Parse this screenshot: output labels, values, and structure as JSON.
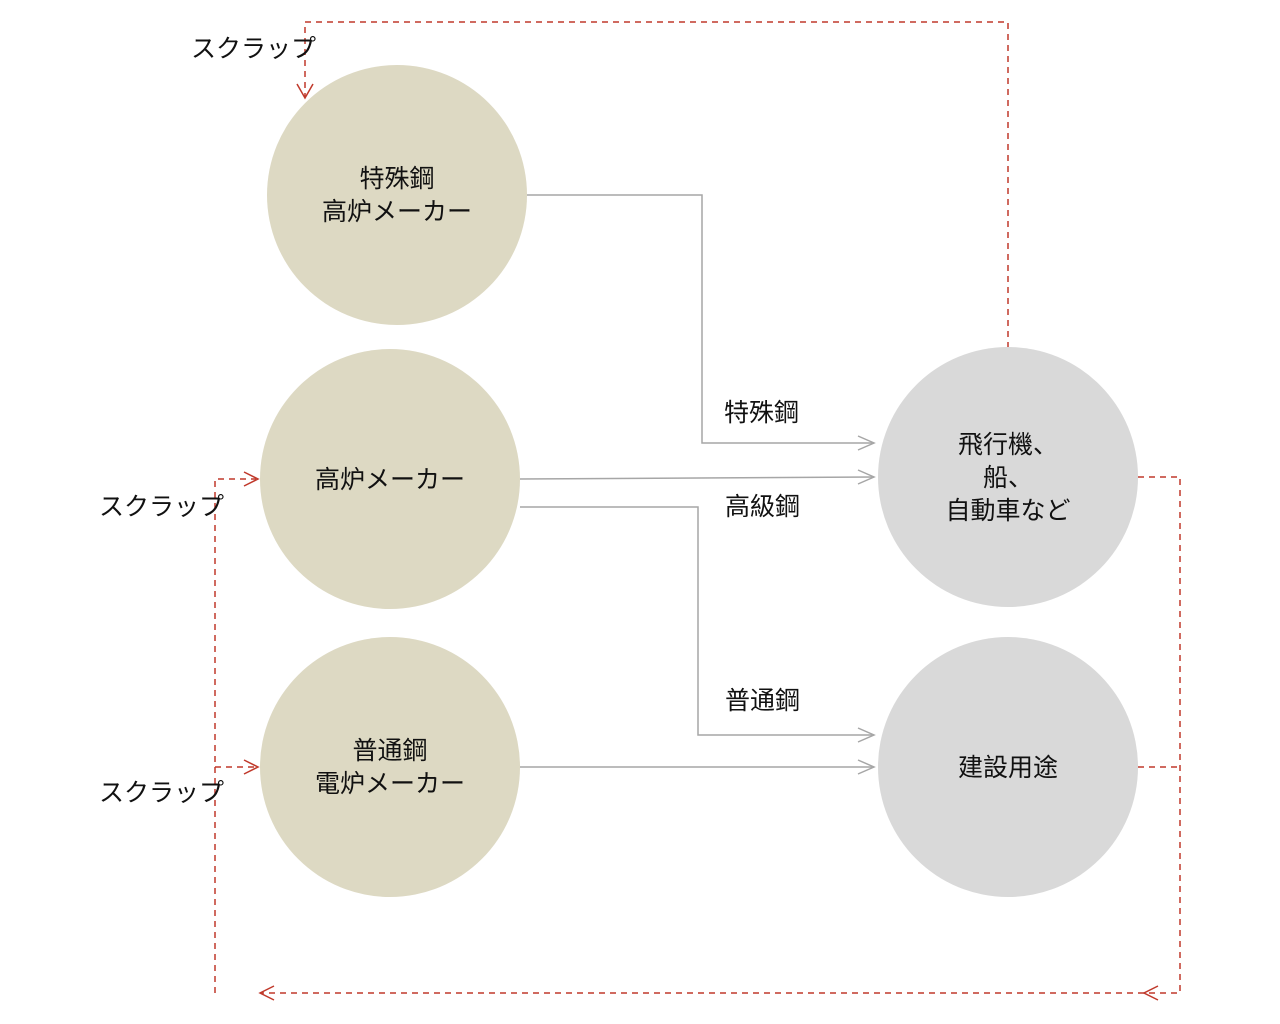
{
  "colors": {
    "producer_fill": "#ddd9c3",
    "consumer_fill": "#d9d9d9",
    "flow_line": "#a6a6a6",
    "scrap_line": "#c0392b"
  },
  "nodes": {
    "special_bf": {
      "line1": "特殊鋼",
      "line2": "高炉メーカー"
    },
    "bf": {
      "line1": "高炉メーカー"
    },
    "ordinary_ef": {
      "line1": "普通鋼",
      "line2": "電炉メーカー"
    },
    "vehicles": {
      "line1": "飛行機、",
      "line2": "船、",
      "line3": "自動車など"
    },
    "construction": {
      "line1": "建設用途"
    }
  },
  "flows": {
    "special_steel": "特殊鋼",
    "high_grade_steel": "高級鋼",
    "ordinary_steel": "普通鋼"
  },
  "scrap": {
    "top": "スクラップ",
    "middle": "スクラップ",
    "bottom": "スクラップ"
  }
}
